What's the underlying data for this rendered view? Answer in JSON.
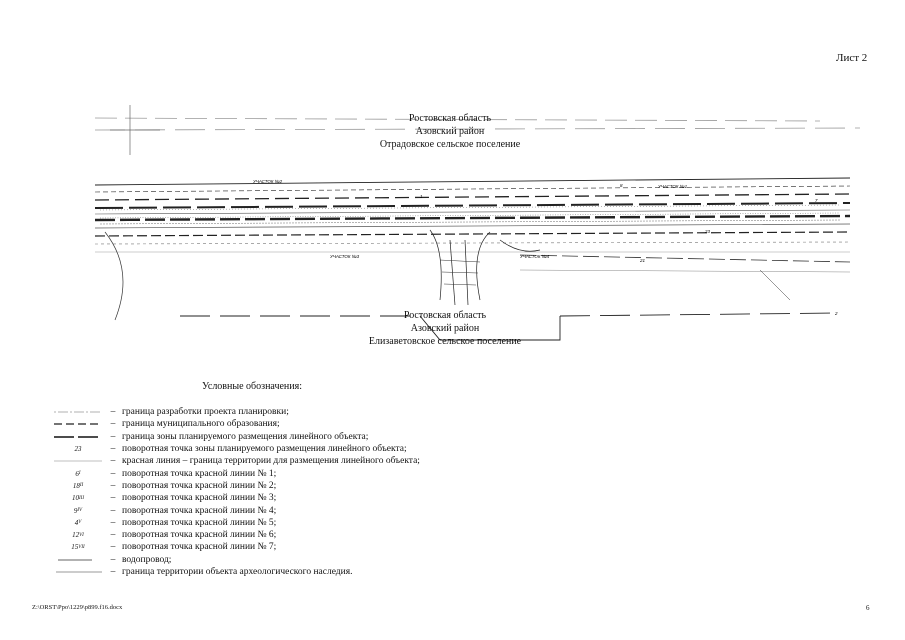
{
  "sheet": {
    "label": "Лист 2"
  },
  "regions": {
    "top": [
      "Ростовская область",
      "Азовский район",
      "Отрадовское сельское поселение"
    ],
    "bottom": [
      "Ростовская область",
      "Азовский район",
      "Елизаветовское сельское поселение"
    ]
  },
  "map_labels": [
    "УЧАСТОК №2",
    "УЧАСТОК №3",
    "УЧАСТОК №1",
    "УЧАСТОК №4",
    "1",
    "23",
    "21",
    "8",
    "7",
    "2"
  ],
  "legend": {
    "title": "Условные обозначения:",
    "items": [
      {
        "symbol": "dash-dot-grey",
        "text": "граница разработки проекта планировки;"
      },
      {
        "symbol": "long-dash",
        "text": "граница муниципального образования;"
      },
      {
        "symbol": "solid-dash",
        "text": "граница зоны планируемого размещения линейного объекта;"
      },
      {
        "symbol": "num",
        "base": "23",
        "sup": "",
        "text": "поворотная точка зоны планируемого размещения линейного объекта;"
      },
      {
        "symbol": "thin-grey",
        "text": "красная линия – граница территории для размещения линейного объекта;"
      },
      {
        "symbol": "num",
        "base": "6",
        "sup": "I",
        "text": "поворотная точка красной линии № 1;"
      },
      {
        "symbol": "num",
        "base": "18",
        "sup": "II",
        "text": "поворотная точка красной линии № 2;"
      },
      {
        "symbol": "num",
        "base": "10",
        "sup": "III",
        "text": "поворотная точка красной линии № 3;"
      },
      {
        "symbol": "num",
        "base": "9",
        "sup": "IV",
        "text": "поворотная точка красной линии № 4;"
      },
      {
        "symbol": "num",
        "base": "4",
        "sup": "V",
        "text": "поворотная точка красной линии № 5;"
      },
      {
        "symbol": "num",
        "base": "12",
        "sup": "VI",
        "text": "поворотная точка красной линии № 6;"
      },
      {
        "symbol": "num",
        "base": "15",
        "sup": "VII",
        "text": "поворотная точка красной линии № 7;"
      },
      {
        "symbol": "solid-thin",
        "text": "водопровод;"
      },
      {
        "symbol": "solid-grey",
        "text": "граница территории объекта археологического наследия."
      }
    ],
    "dash": "–"
  },
  "footer": {
    "file": "Z:\\ORST\\Ppo\\1229\\p899.f16.docx",
    "page": "6"
  }
}
